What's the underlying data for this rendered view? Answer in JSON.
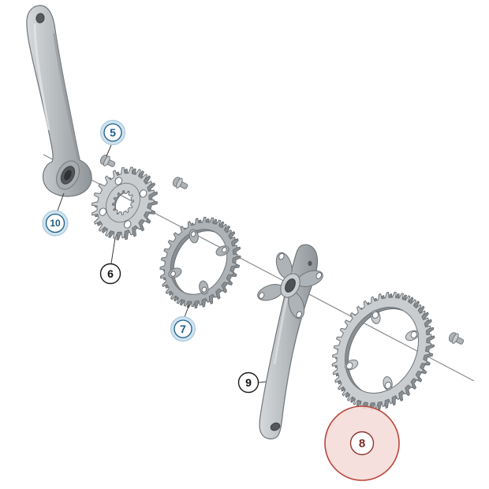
{
  "callouts": [
    {
      "label": "5",
      "style": "highlight-blue"
    },
    {
      "label": "10",
      "style": "highlight-blue"
    },
    {
      "label": "6",
      "style": "plain"
    },
    {
      "label": "7",
      "style": "highlight-blue"
    },
    {
      "label": "9",
      "style": "plain"
    },
    {
      "label": "8",
      "style": "highlight-red-large"
    }
  ],
  "colors": {
    "highlight_blue_fill": "#cfe2ef",
    "highlight_blue_text": "#1d5d85",
    "highlight_red_fill": "#f4dbd7",
    "highlight_red_stroke": "#b8463c",
    "metal_light": "#c9cdd0",
    "metal_mid": "#aeb3b7",
    "metal_dark": "#8a8f93",
    "outline": "#6e7377"
  }
}
